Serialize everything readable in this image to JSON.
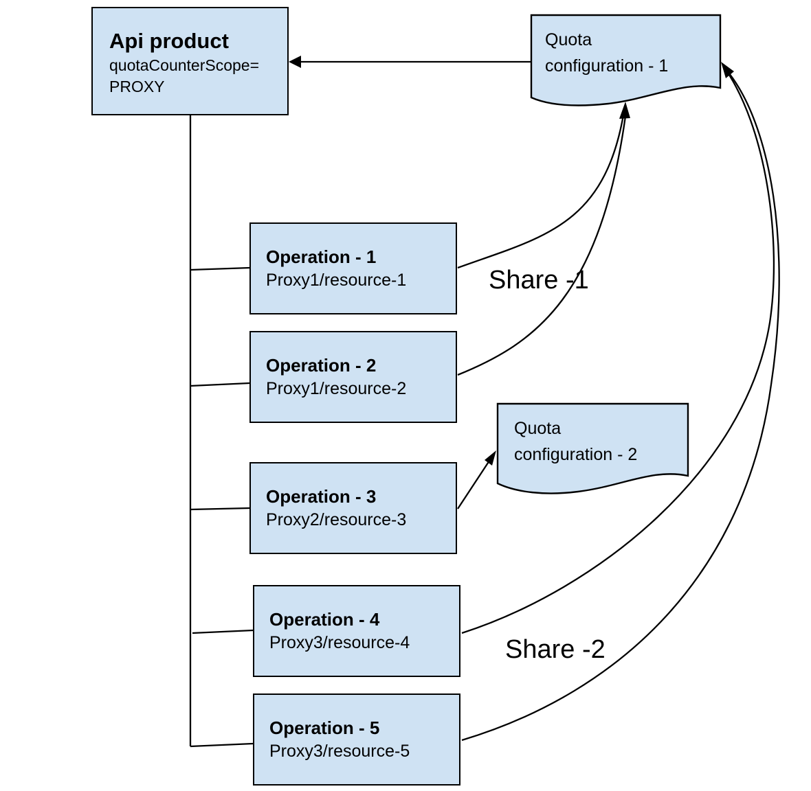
{
  "colors": {
    "node_fill": "#cfe2f3",
    "node_border": "#000000",
    "connector": "#000000",
    "background": "#ffffff"
  },
  "api_product": {
    "title": "Api product",
    "attribute": "quotaCounterScope=\nPROXY"
  },
  "operations": [
    {
      "title": "Operation - 1",
      "resource": "Proxy1/resource-1"
    },
    {
      "title": "Operation - 2",
      "resource": "Proxy1/resource-2"
    },
    {
      "title": "Operation - 3",
      "resource": "Proxy2/resource-3"
    },
    {
      "title": "Operation - 4",
      "resource": "Proxy3/resource-4"
    },
    {
      "title": "Operation - 5",
      "resource": "Proxy3/resource-5"
    }
  ],
  "quota_configs": [
    {
      "label": "Quota\nconfiguration - 1"
    },
    {
      "label": "Quota\nconfiguration - 2"
    }
  ],
  "share_labels": [
    "Share -1",
    "Share -2"
  ]
}
